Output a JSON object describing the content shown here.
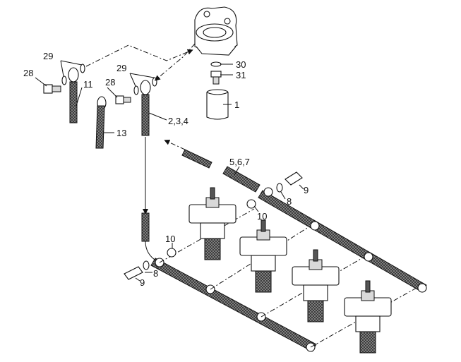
{
  "labels": {
    "l1": "1",
    "l234": "2,3,4",
    "l567": "5,6,7",
    "l8a": "8",
    "l8b": "8",
    "l9a": "9",
    "l9b": "9",
    "l10a": "10",
    "l10b": "10",
    "l11": "11",
    "l13": "13",
    "l28a": "28",
    "l28b": "28",
    "l29a": "29",
    "l29b": "29",
    "l30": "30",
    "l31": "31"
  }
}
